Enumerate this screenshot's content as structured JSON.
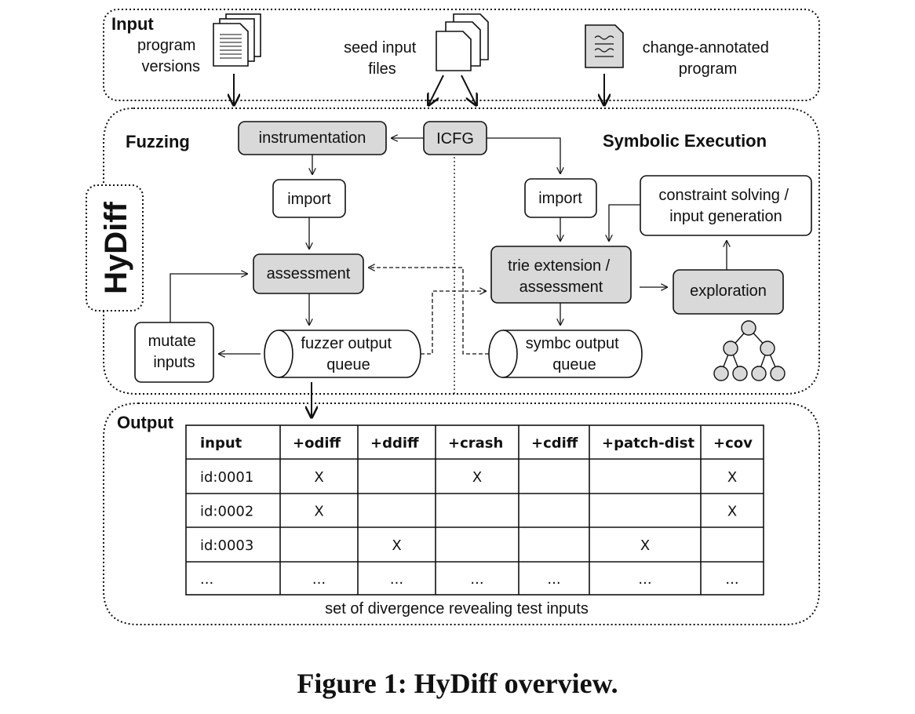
{
  "input_section": {
    "title": "Input",
    "program_versions": [
      "program",
      "versions"
    ],
    "seed_input_files": [
      "seed input",
      "files"
    ],
    "change_annotated_program": [
      "change-annotated",
      "program"
    ]
  },
  "hydiff_label": "HyDiff",
  "fuzzing": {
    "title": "Fuzzing",
    "instrumentation": "instrumentation",
    "import": "import",
    "assessment": "assessment",
    "mutate_inputs": [
      "mutate",
      "inputs"
    ],
    "output_queue": [
      "fuzzer output",
      "queue"
    ]
  },
  "icfg": "ICFG",
  "symbolic": {
    "title": "Symbolic Execution",
    "import": "import",
    "constraint_solving": [
      "constraint solving /",
      "input generation"
    ],
    "trie_extension": [
      "trie extension /",
      "assessment"
    ],
    "exploration": "exploration",
    "output_queue": [
      "symbc output",
      "queue"
    ]
  },
  "output_section": {
    "title": "Output",
    "table": {
      "headers": [
        "input",
        "+odiff",
        "+ddiff",
        "+crash",
        "+cdiff",
        "+patch-dist",
        "+cov"
      ],
      "rows": [
        [
          "id:0001",
          "X",
          "",
          "X",
          "",
          "",
          "X"
        ],
        [
          "id:0002",
          "X",
          "",
          "",
          "",
          "",
          "X"
        ],
        [
          "id:0003",
          "",
          "X",
          "",
          "",
          "X",
          ""
        ],
        [
          "...",
          "...",
          "...",
          "...",
          "...",
          "...",
          "..."
        ]
      ]
    },
    "footer": "set of divergence revealing test inputs"
  },
  "caption": "Figure 1: HyDiff overview."
}
